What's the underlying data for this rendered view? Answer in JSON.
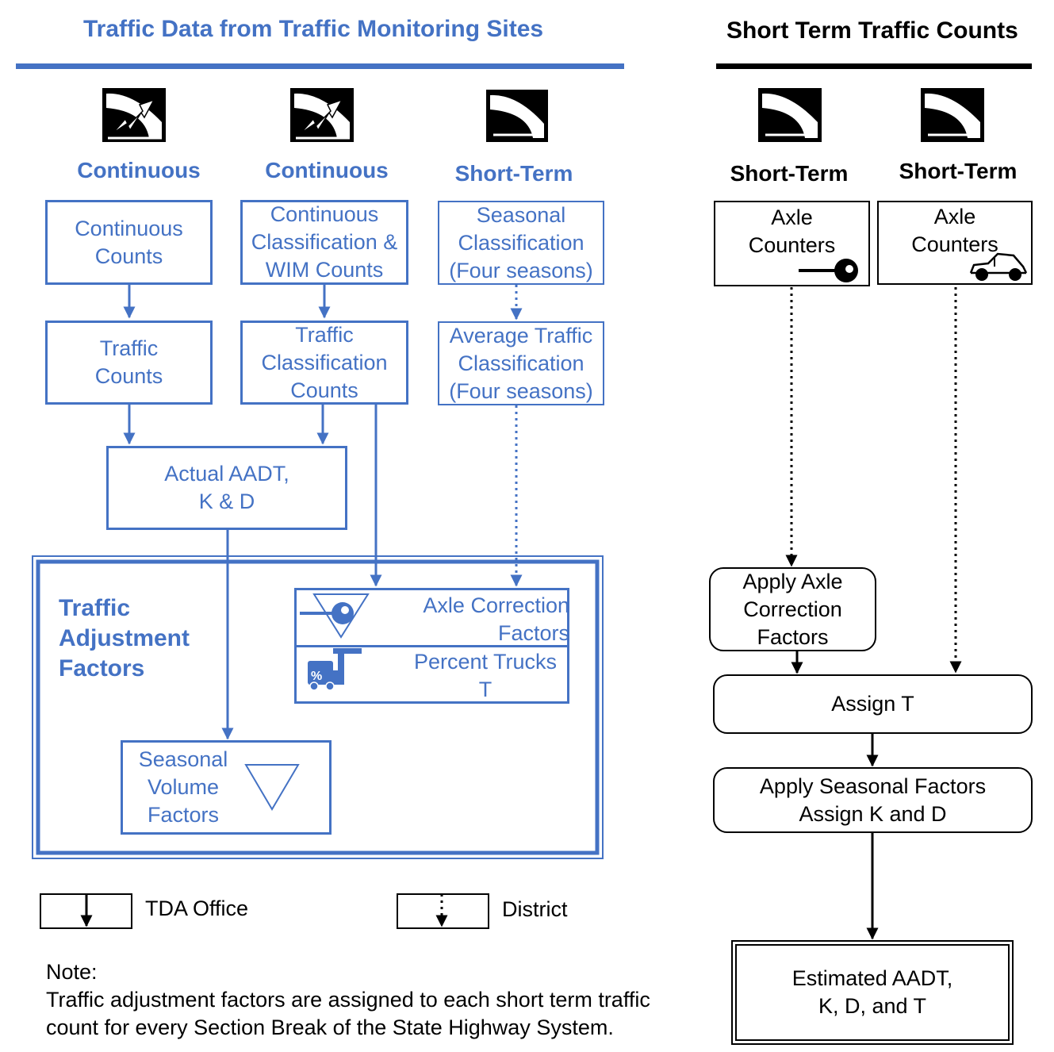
{
  "headers": {
    "left": "Traffic Data from  Traffic Monitoring Sites",
    "right": "Short Term Traffic Counts"
  },
  "columns": {
    "c1": "Continuous",
    "c2": "Continuous",
    "c3": "Short-Term",
    "c4": "Short-Term",
    "c5": "Short-Term"
  },
  "boxes": {
    "continuous_counts": "Continuous\nCounts",
    "continuous_class_wim": "Continuous\nClassification &\nWIM Counts",
    "seasonal_class": "Seasonal\nClassification\n(Four seasons)",
    "axle_counters_1": "Axle\nCounters",
    "axle_counters_2": "Axle\nCounters",
    "traffic_counts": "Traffic\nCounts",
    "traffic_class_counts": "Traffic\nClassification\nCounts",
    "avg_traffic_class": "Average Traffic\nClassification\n(Four seasons)",
    "actual_aadt": "Actual AADT,\nK & D",
    "apply_axle": "Apply Axle\nCorrection\nFactors",
    "assign_t": "Assign T",
    "apply_seasonal": "Apply  Seasonal Factors\nAssign K and D",
    "estimated": "Estimated AADT,\nK, D, and T"
  },
  "adjustment": {
    "title": "Traffic\nAdjustment\nFactors",
    "axle_correction": "Axle Correction\nFactors",
    "percent_trucks": "Percent Trucks\nT",
    "seasonal_volume": "Seasonal\nVolume\nFactors"
  },
  "legend": {
    "tda": "TDA Office",
    "district": "District"
  },
  "note": {
    "label": "Note:",
    "text": "Traffic adjustment  factors are assigned to each short term traffic\ncount for every Section Break of the State Highway System."
  },
  "icons": [
    "radar-sensor-icon",
    "axle-sensor-icon",
    "car-icon",
    "truck-icon",
    "triangle-icon"
  ],
  "colors": {
    "accent": "#4472c4",
    "text": "#000000"
  }
}
